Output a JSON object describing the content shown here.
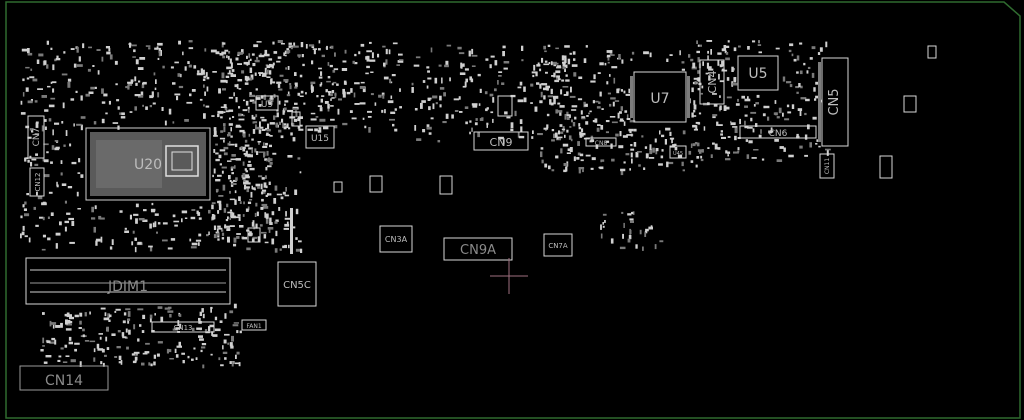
{
  "board": {
    "edge_color": "#2f6b2f",
    "silk_color": "#d8d8d8",
    "cursor_color": "#a07080"
  },
  "components": {
    "u20": "U20",
    "u9": "U9",
    "u15": "U15",
    "u7": "U7",
    "u5": "U5",
    "cn4": "CN4",
    "cn5": "CN5",
    "cn6": "CN6",
    "cn7": "CN7",
    "cn9": "CN9",
    "cn11": "CN11",
    "cn12": "CN12",
    "cn13": "CN13",
    "cn14": "CN14",
    "cn3a": "CN3A",
    "cn5c": "CN5C",
    "cn7a": "CN7A",
    "cn8": "CN8",
    "cn9a": "CN9A",
    "jdim1": "JDIM1",
    "fan1": "FAN1",
    "u45": "U45"
  }
}
